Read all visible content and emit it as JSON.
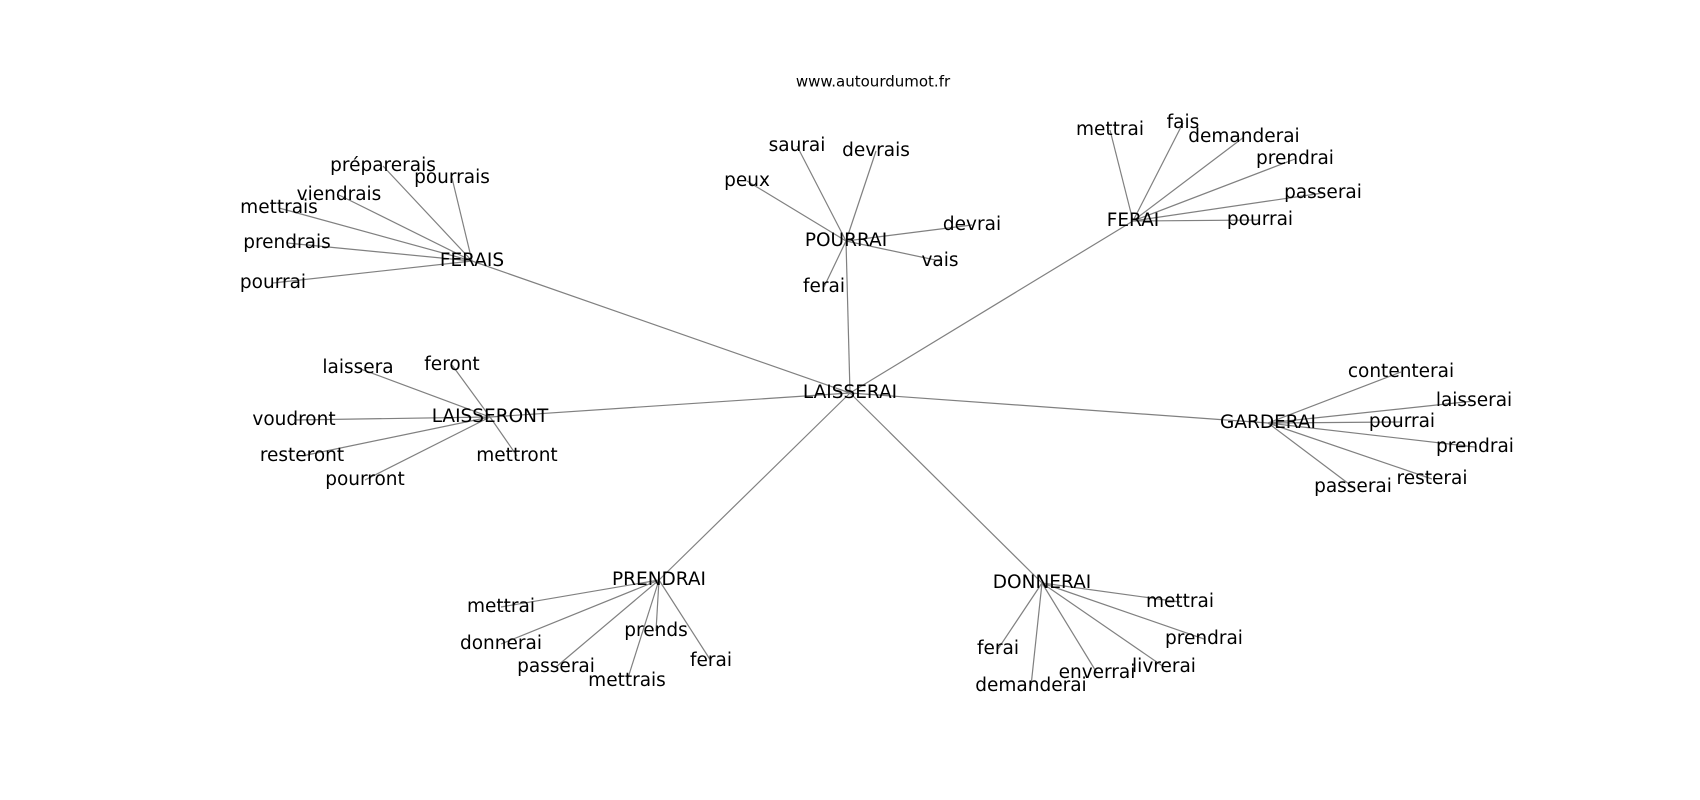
{
  "site": "www.autourdumot.fr",
  "center": "LAISSERAI",
  "clusters": [
    {
      "id": "ferais",
      "hub": "FERAIS",
      "words": [
        "préparerais",
        "pourrais",
        "viendrais",
        "mettrais",
        "prendrais",
        "pourrai"
      ]
    },
    {
      "id": "pourrai",
      "hub": "POURRAI",
      "words": [
        "saurai",
        "devrais",
        "peux",
        "devrai",
        "vais",
        "ferai"
      ]
    },
    {
      "id": "ferai",
      "hub": "FERAI",
      "words": [
        "mettrai",
        "fais",
        "demanderai",
        "prendrai",
        "passerai",
        "pourrai"
      ]
    },
    {
      "id": "laisseront",
      "hub": "LAISSERONT",
      "words": [
        "laissera",
        "feront",
        "voudront",
        "resteront",
        "pourront",
        "mettront"
      ]
    },
    {
      "id": "garderai",
      "hub": "GARDERAI",
      "words": [
        "contenterai",
        "laisserai",
        "pourrai",
        "prendrai",
        "resterai",
        "passerai"
      ]
    },
    {
      "id": "prendrai",
      "hub": "PRENDRAI",
      "words": [
        "mettrai",
        "donnerai",
        "prends",
        "passerai",
        "mettrais",
        "ferai"
      ]
    },
    {
      "id": "donnerai",
      "hub": "DONNERAI",
      "words": [
        "mettrai",
        "prendrai",
        "ferai",
        "enverrai",
        "livrerai",
        "demanderai"
      ]
    }
  ]
}
